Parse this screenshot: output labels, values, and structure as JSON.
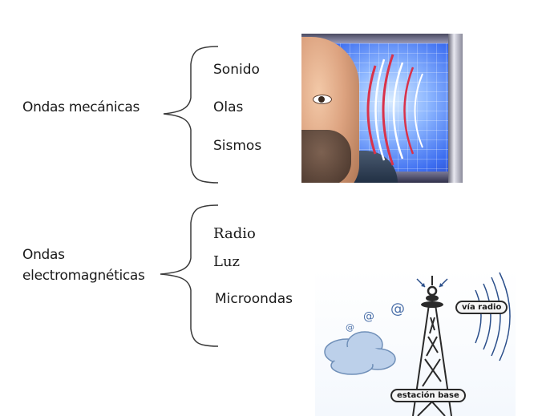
{
  "groups": [
    {
      "label_lines": [
        "Ondas mecánicas"
      ],
      "items": [
        "Sonido",
        "Olas",
        "Sismos"
      ]
    },
    {
      "label_lines": [
        "Ondas",
        "electromagnéticas"
      ],
      "items": [
        "Radio",
        "Luz",
        "Microondas"
      ]
    }
  ],
  "illustration": {
    "badge_radio": "vía radio",
    "badge_base": "estación base",
    "at_symbols": [
      "@",
      "@",
      "@"
    ]
  },
  "colors": {
    "text": "#1a1a1a",
    "bracket": "#3a3a3a",
    "wave_red": "#d9324a",
    "wave_white": "#ffffff",
    "cloud": "#bcd0ea",
    "tower": "#2a2a2a"
  }
}
